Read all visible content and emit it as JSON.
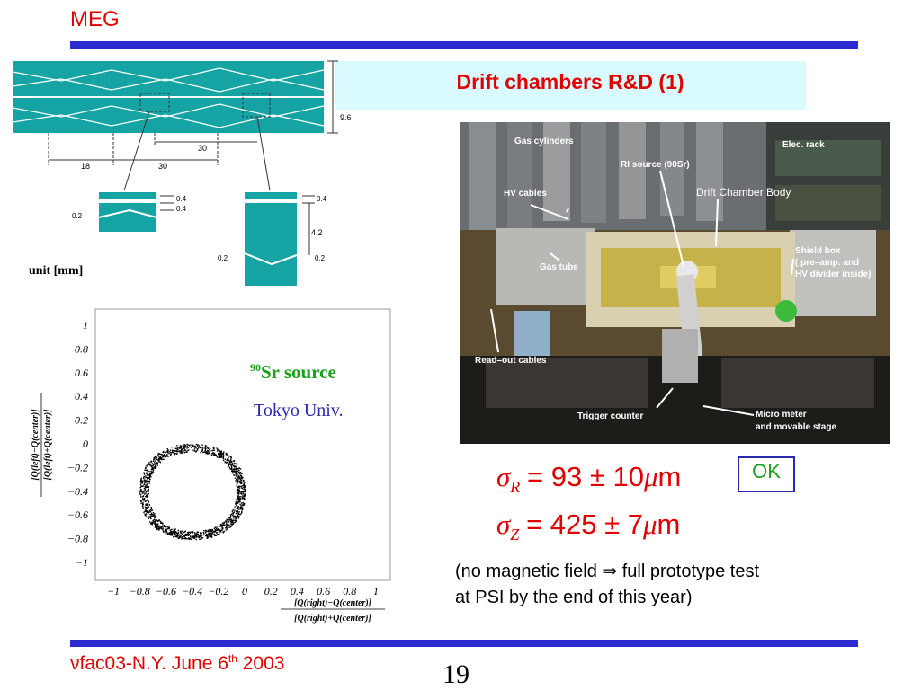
{
  "header": {
    "logo": "MEG",
    "title": "Drift chambers R&D (1)"
  },
  "schematic": {
    "dims": [
      "9.6",
      "18",
      "30",
      "30",
      "0.4",
      "0.4",
      "0.2",
      "0.4",
      "4.2",
      "0.2",
      "0.2"
    ],
    "unit_label": "unit [mm]"
  },
  "scatter_plot": {
    "source_label_sup": "90",
    "source_label": "Sr source",
    "institute": "Tokyo Univ.",
    "ylabel_num": "[Q(left)−Q(center)]",
    "ylabel_den": "[Q(left)+Q(center)]",
    "xlabel_num": "[Q(right)−Q(center)]",
    "xlabel_den": "[Q(right)+Q(center)]",
    "xticks": [
      "−1",
      "−0.8",
      "−0.6",
      "−0.4",
      "−0.2",
      "0",
      "0.2",
      "0.4",
      "0.6",
      "0.8",
      "1"
    ],
    "yticks": [
      "1",
      "0.8",
      "0.6",
      "0.4",
      "0.2",
      "0",
      "−0.2",
      "−0.4",
      "−0.6",
      "−0.8",
      "−1"
    ],
    "xlim": [
      -1,
      1
    ],
    "ylim": [
      -1,
      1
    ],
    "ring_center": [
      -0.4,
      -0.4
    ],
    "ring_half_width": 0.37
  },
  "photo": {
    "labels": {
      "gas": "Gas cylinders",
      "elec": "Elec. rack",
      "ri": "RI source  (90Sr)",
      "dcb": "Drift Chamber Body",
      "hv": "HV cables",
      "shield1": "Shield box",
      "shield2": "( pre–amp. and",
      "shield3": "HV divider inside)",
      "gastube": "Gas tube",
      "readout": "Read–out cables",
      "trigger": "Trigger counter",
      "micro1": "Micro meter",
      "micro2": "and movable stage"
    }
  },
  "results": {
    "sigma_sym": "σ",
    "r_sub": "R",
    "r_value": "=  93 ± 10",
    "z_sub": "Z",
    "z_value": "=  425 ± 7",
    "mu": "μ",
    "unit": "m",
    "ok_label": "OK",
    "note_line1": "(no magnetic field ⇒ full prototype test",
    "note_line2": "at PSI by the end of this year)"
  },
  "footer": {
    "nu": "ν",
    "conf": "fac03-N.Y. June 6",
    "sup": "th",
    "year": " 2003",
    "page_number": "19"
  }
}
